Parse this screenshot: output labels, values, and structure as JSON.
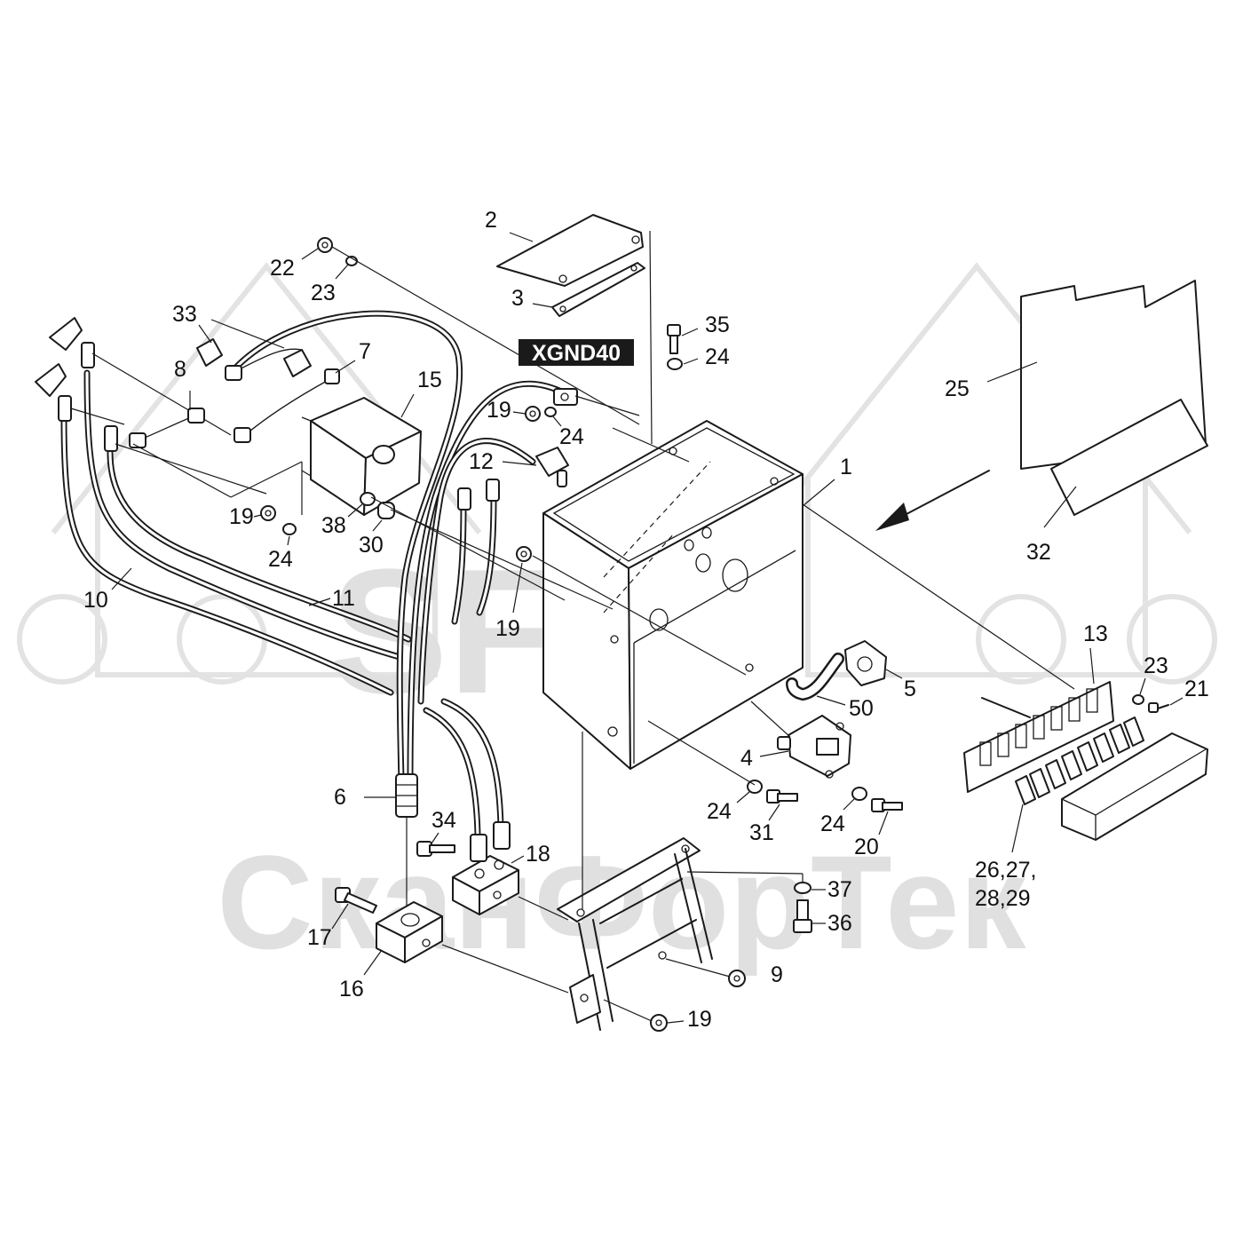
{
  "watermark": {
    "logo_text": "SFT",
    "company_text": "СканФорТек"
  },
  "tag": "XGND40",
  "labels": {
    "l1": "1",
    "l2": "2",
    "l3": "3",
    "l4": "4",
    "l5": "5",
    "l6": "6",
    "l7": "7",
    "l8": "8",
    "l9": "9",
    "l10": "10",
    "l11": "11",
    "l12": "12",
    "l13": "13",
    "l15": "15",
    "l16": "16",
    "l17": "17",
    "l18": "18",
    "l19a": "19",
    "l19b": "19",
    "l19c": "19",
    "l19d": "19",
    "l20": "20",
    "l21": "21",
    "l22": "22",
    "l23a": "23",
    "l23b": "23",
    "l24a": "24",
    "l24b": "24",
    "l24c": "24",
    "l24d": "24",
    "l24e": "24",
    "l25": "25",
    "l26": "26,27,",
    "l28": "28,29",
    "l30": "30",
    "l31": "31",
    "l32": "32",
    "l33": "33",
    "l34": "34",
    "l35": "35",
    "l36": "36",
    "l37": "37",
    "l38": "38",
    "l50": "50"
  }
}
